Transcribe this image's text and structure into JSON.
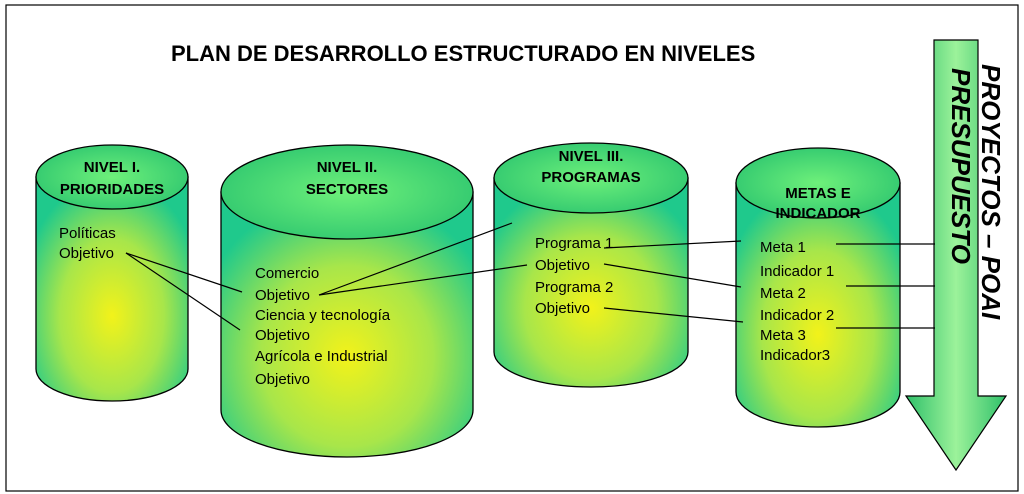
{
  "title": "PLAN DE DESARROLLO ESTRUCTURADO EN NIVELES",
  "colors": {
    "cylinder_center": "#f2f21a",
    "cylinder_edge": "#1fc98c",
    "cylinder_top": "#3ce079",
    "arrow_center": "#9cf29a",
    "arrow_edge": "#2fc06a"
  },
  "levels": [
    {
      "id": "nivel1",
      "heading": [
        "NIVEL I.",
        "PRIORIDADES"
      ],
      "items": [
        "Políticas",
        "Objetivo"
      ]
    },
    {
      "id": "nivel2",
      "heading": [
        "NIVEL II.",
        "SECTORES"
      ],
      "items": [
        "Comercio",
        "Objetivo",
        "Ciencia y tecnología",
        "Objetivo",
        "Agrícola e Industrial",
        "Objetivo"
      ]
    },
    {
      "id": "nivel3",
      "heading": [
        "NIVEL III.",
        "PROGRAMAS"
      ],
      "items": [
        "Programa  1",
        "Objetivo",
        "Programa  2",
        "Objetivo"
      ]
    },
    {
      "id": "metas",
      "heading": [
        "METAS E",
        "INDICADOR"
      ],
      "items": [
        "Meta 1",
        "Indicador 1",
        "Meta 2",
        "Indicador 2",
        "Meta 3",
        "Indicador3"
      ]
    }
  ],
  "arrow_labels": [
    "PROYECTOS – POAI",
    "PRESUPUESTO"
  ]
}
